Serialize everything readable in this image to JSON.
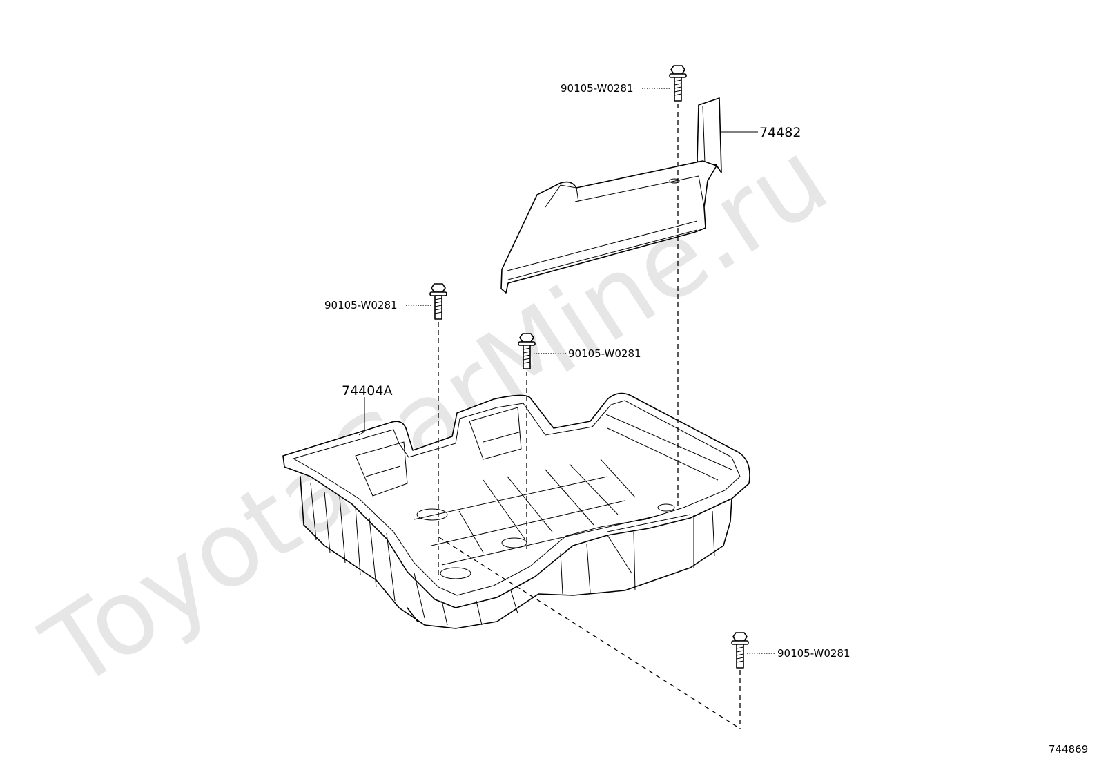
{
  "watermark": "ToyotaCarMine.ru",
  "callouts": {
    "bolt_top": "90105-W0281",
    "bracket": "74482",
    "bolt_left": "90105-W0281",
    "bolt_center": "90105-W0281",
    "tray": "74404A",
    "bolt_bottom_right": "90105-W0281"
  },
  "illustration_ref": "744869",
  "parts": [
    {
      "part_number": "74404A",
      "description": "battery tray"
    },
    {
      "part_number": "74482",
      "description": "battery tray bracket"
    },
    {
      "part_number": "90105-W0281",
      "description": "bolt",
      "quantity_shown": 4
    }
  ]
}
